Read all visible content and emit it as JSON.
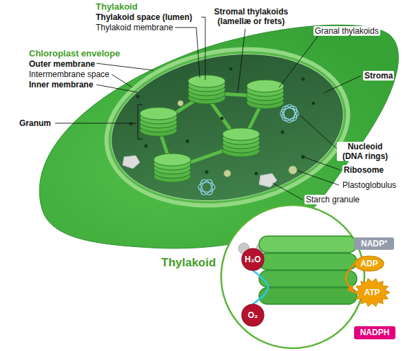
{
  "diagram": {
    "nodes": [
      {
        "text": [
          "NADP⁺"
        ]
      },
      {
        "text": [
          "H₂O"
        ]
      },
      {
        "text": [
          "ADP"
        ]
      },
      {
        "text": [
          "ATP"
        ]
      },
      {
        "text": [
          "O₂"
        ]
      },
      {
        "text": [
          "NADPH"
        ]
      }
    ],
    "edges": [
      {
        "from": 2,
        "to": 3,
        "arrow": "to"
      },
      {
        "from": 1,
        "to": 4,
        "arrow": "none"
      }
    ],
    "labels": [
      "Thylakoid",
      "Thylakoid space (lumen)",
      "Thylakoid membrane",
      "Stromal thylakoids (lamellæ or frets)",
      "Granal thylakoids",
      "Chloroplast envelope",
      "Outer membrane",
      "Intermembrane space",
      "Inner membrane",
      "Stroma",
      "Granum",
      "Nucleoid (DNA rings)",
      "Ribosome",
      "Plastoglobulus",
      "Starch granule",
      "Thylakoid"
    ]
  }
}
